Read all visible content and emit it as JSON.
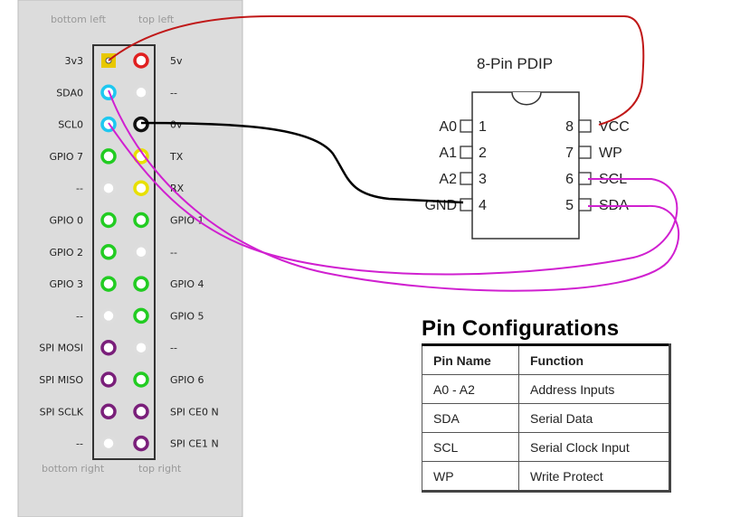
{
  "header": {
    "top_left_1": "bottom left",
    "top_left_2": "top left",
    "bottom_1": "bottom right",
    "bottom_2": "top right"
  },
  "gpio_left_labels": [
    "3v3",
    "SDA0",
    "SCL0",
    "GPIO 7",
    "--",
    "GPIO 0",
    "GPIO 2",
    "GPIO 3",
    "--",
    "SPI MOSI",
    "SPI MISO",
    "SPI SCLK",
    "--"
  ],
  "gpio_right_labels": [
    "5v",
    "--",
    "0v",
    "TX",
    "RX",
    "GPIO 1",
    "--",
    "GPIO 4",
    "GPIO 5",
    "--",
    "GPIO 6",
    "SPI CE0 N",
    "SPI CE1 N"
  ],
  "pin_colors": {
    "left": [
      "#e8c800",
      "#1ec8f0",
      "#1ec8f0",
      "#22cc22",
      "#dddddd",
      "#22cc22",
      "#22cc22",
      "#22cc22",
      "#dddddd",
      "#7a1f7a",
      "#7a1f7a",
      "#7a1f7a",
      "#dddddd"
    ],
    "right": [
      "#e02020",
      "#dddddd",
      "#111111",
      "#e8e000",
      "#e8e000",
      "#22cc22",
      "#dddddd",
      "#22cc22",
      "#22cc22",
      "#dddddd",
      "#22cc22",
      "#7a1f7a",
      "#7a1f7a"
    ]
  },
  "chip": {
    "title": "8-Pin PDIP",
    "left_pins": [
      {
        "name": "A0",
        "num": "1"
      },
      {
        "name": "A1",
        "num": "2"
      },
      {
        "name": "A2",
        "num": "3"
      },
      {
        "name": "GND",
        "num": "4"
      }
    ],
    "right_pins": [
      {
        "name": "VCC",
        "num": "8"
      },
      {
        "name": "WP",
        "num": "7"
      },
      {
        "name": "SCL",
        "num": "6"
      },
      {
        "name": "SDA",
        "num": "5"
      }
    ]
  },
  "wire_colors": {
    "power": "#c01818",
    "ground": "#000000",
    "i2c": "#d020d0"
  },
  "pin_config": {
    "title": "Pin Configurations",
    "headers": [
      "Pin Name",
      "Function"
    ],
    "rows": [
      [
        "A0 - A2",
        "Address Inputs"
      ],
      [
        "SDA",
        "Serial Data"
      ],
      [
        "SCL",
        "Serial Clock Input"
      ],
      [
        "WP",
        "Write Protect"
      ]
    ]
  }
}
